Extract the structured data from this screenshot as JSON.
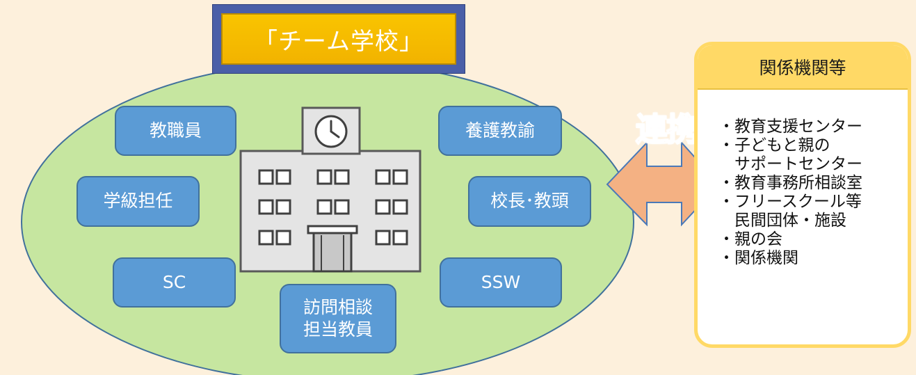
{
  "title": "「チーム学校」",
  "roles": {
    "kyoshokuin": "教職員",
    "yogo": "養護教諭",
    "gakkyu": "学級担任",
    "kocho": "校長･教頭",
    "sc": "SC",
    "ssw": "SSW",
    "homon_line1": "訪問相談",
    "homon_line2": "担当教員"
  },
  "renkei": "連携",
  "org": {
    "header": "関係機関等",
    "items": [
      "・教育支援センター",
      "・子どもと親の",
      "　サポートセンター",
      "・教育事務所相談室",
      "・フリースクール等",
      "　民間団体・施設",
      "・親の会",
      "・関係機関"
    ]
  },
  "colors": {
    "ellipse": "#c6e6a0",
    "role_box": "#5b9bd5",
    "arrow": "#f4b183",
    "org_header": "#ffd966",
    "title_fill": "#f9c400"
  }
}
